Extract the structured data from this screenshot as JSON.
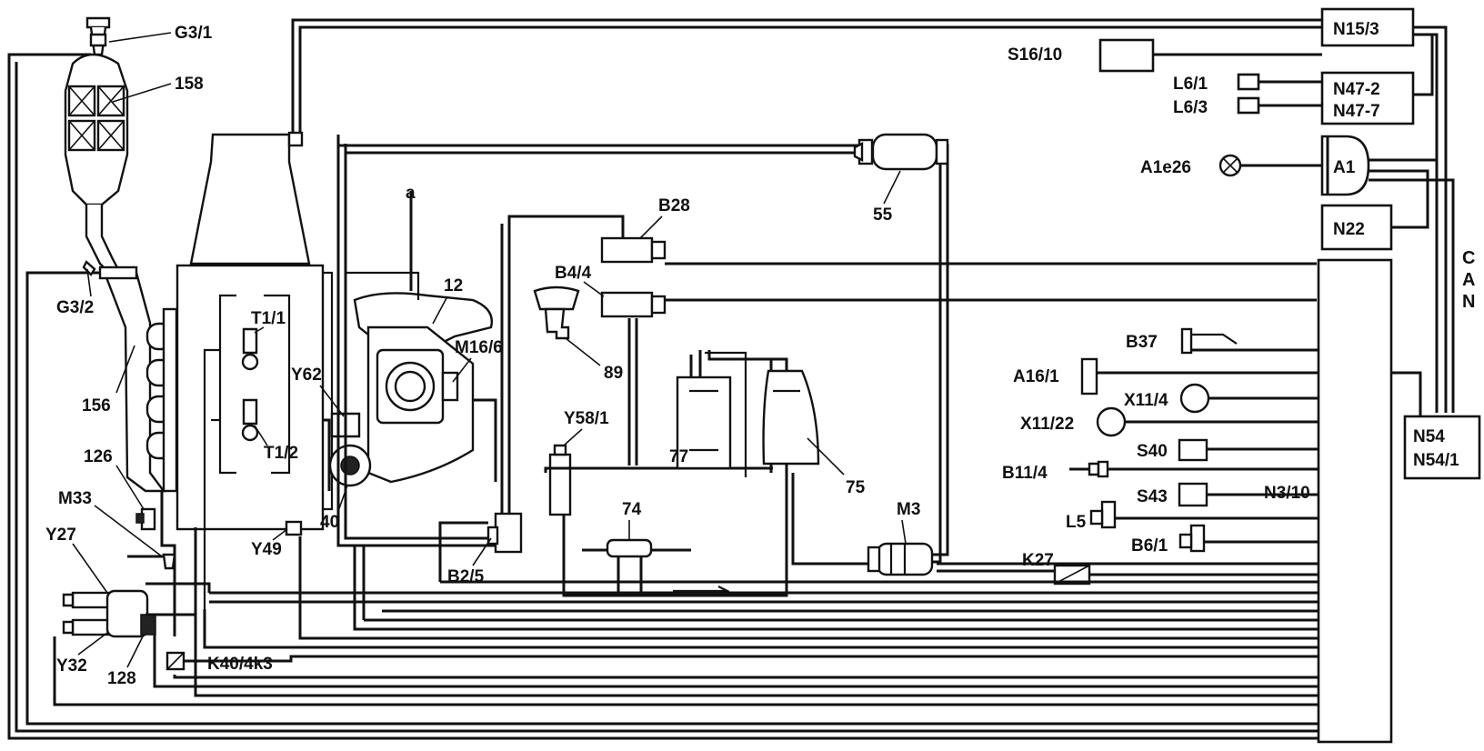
{
  "labels": {
    "G3_1": "G3/1",
    "n158": "158",
    "G3_2": "G3/2",
    "n156": "156",
    "n126": "126",
    "M33": "M33",
    "Y27": "Y27",
    "Y32": "Y32",
    "n128": "128",
    "K40": "K40/4k3",
    "T1_1": "T1/1",
    "T1_2": "T1/2",
    "Y49": "Y49",
    "Y62": "Y62",
    "n40": "40",
    "a": "a",
    "n12": "12",
    "M16_6": "M16/6",
    "B2_5": "B2/5",
    "B28": "B28",
    "B4_4": "B4/4",
    "n89": "89",
    "Y58_1": "Y58/1",
    "n74": "74",
    "n77": "77",
    "n75": "75",
    "n55": "55",
    "M3": "M3",
    "K27": "K27",
    "N15_3": "N15/3",
    "S16_10": "S16/10",
    "L6_1": "L6/1",
    "L6_3": "L6/3",
    "N47_2": "N47-2",
    "N47_7": "N47-7",
    "A1e26": "A1e26",
    "A1": "A1",
    "N22": "N22",
    "CAN_C": "C",
    "CAN_A": "A",
    "CAN_N": "N",
    "B37": "B37",
    "A16_1": "A16/1",
    "X11_4": "X11/4",
    "X11_22": "X11/22",
    "S40": "S40",
    "B11_4": "B11/4",
    "S43": "S43",
    "L5": "L5",
    "B6_1": "B6/1",
    "N3_10": "N3/10",
    "N54": "N54",
    "N54_1": "N54/1"
  },
  "colors": {
    "line": "#111111",
    "background": "#ffffff"
  }
}
